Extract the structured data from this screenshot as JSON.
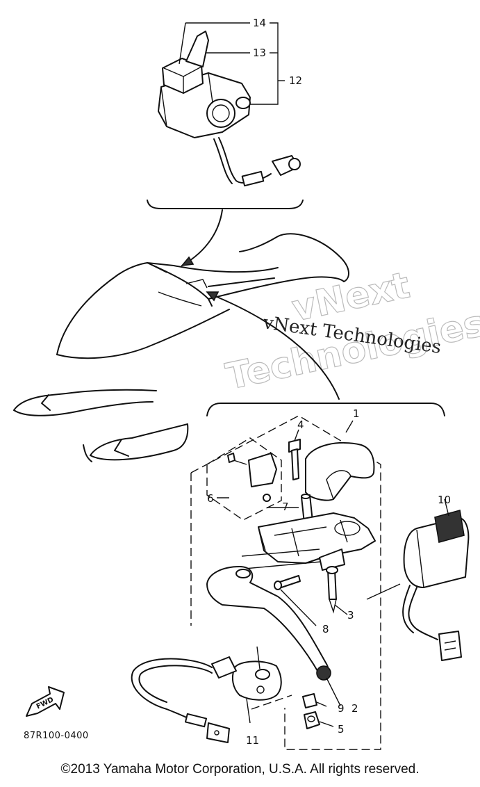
{
  "callouts": {
    "c1": "1",
    "c2": "2",
    "c3": "3",
    "c4": "4",
    "c5": "5",
    "c6": "6",
    "c7": "7",
    "c8": "8",
    "c9": "9",
    "c10": "10",
    "c11": "11",
    "c12": "12",
    "c13": "13",
    "c14": "14"
  },
  "fwd_label": "FWD",
  "figure_code": "87R100-0400",
  "watermark": {
    "line1": "vNext",
    "line2": "Technologies",
    "stamp": "vNext Technologies"
  },
  "copyright": "©2013 Yamaha Motor Corporation, U.S.A. All rights reserved."
}
